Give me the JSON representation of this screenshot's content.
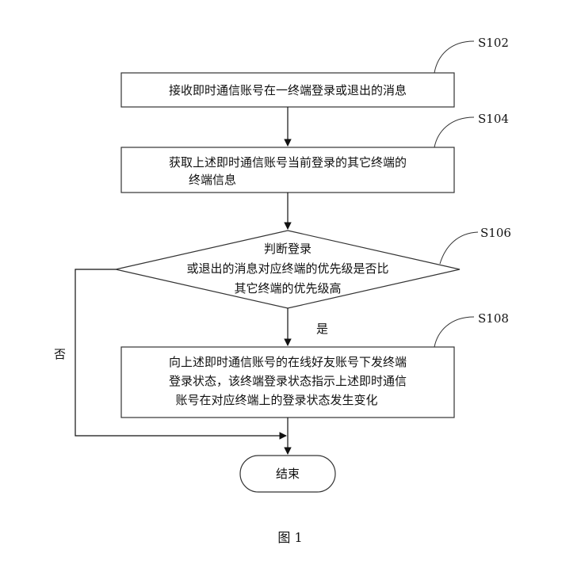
{
  "steps": {
    "s102": {
      "id": "S102",
      "text": "接收即时通信账号在一终端登录或退出的消息"
    },
    "s104": {
      "id": "S104",
      "line1": "获取上述即时通信账号当前登录的其它终端的",
      "line2": "终端信息"
    },
    "s106": {
      "id": "S106",
      "line1": "判断登录",
      "line2": "或退出的消息对应终端的优先级是否比",
      "line3": "其它终端的优先级高"
    },
    "s108": {
      "id": "S108",
      "line1": "向上述即时通信账号的在线好友账号下发终端",
      "line2": "登录状态，该终端登录状态指示上述即时通信",
      "line3": "账号在对应终端上的登录状态发生变化"
    },
    "end": {
      "text": "结束"
    }
  },
  "branches": {
    "yes": "是",
    "no": "否"
  },
  "caption": "图 1"
}
